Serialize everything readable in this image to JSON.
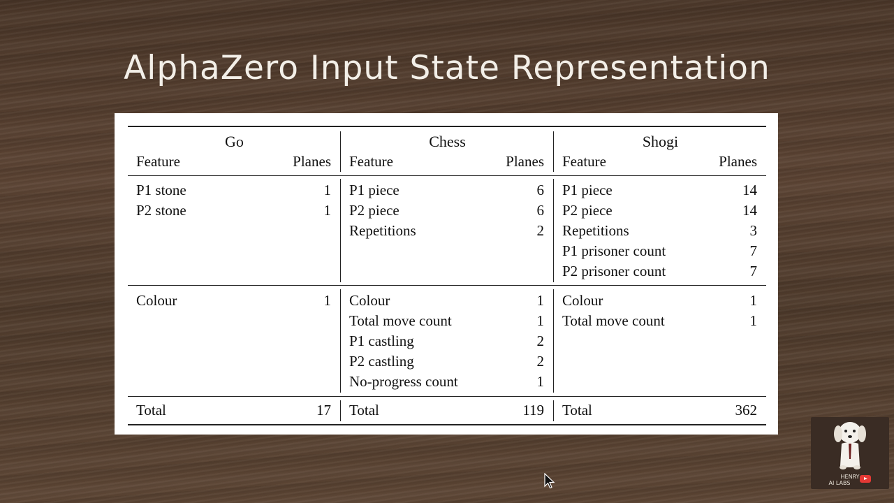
{
  "slide": {
    "title": "AlphaZero Input State Representation"
  },
  "table": {
    "games": [
      {
        "name": "Go",
        "feature_header": "Feature",
        "planes_header": "Planes",
        "group1": [
          {
            "feature": "P1 stone",
            "planes": "1"
          },
          {
            "feature": "P2 stone",
            "planes": "1"
          }
        ],
        "group2": [
          {
            "feature": "Colour",
            "planes": "1"
          }
        ],
        "total_label": "Total",
        "total_value": "17"
      },
      {
        "name": "Chess",
        "feature_header": "Feature",
        "planes_header": "Planes",
        "group1": [
          {
            "feature": "P1 piece",
            "planes": "6"
          },
          {
            "feature": "P2 piece",
            "planes": "6"
          },
          {
            "feature": "Repetitions",
            "planes": "2"
          }
        ],
        "group2": [
          {
            "feature": "Colour",
            "planes": "1"
          },
          {
            "feature": "Total move count",
            "planes": "1"
          },
          {
            "feature": "P1 castling",
            "planes": "2"
          },
          {
            "feature": "P2 castling",
            "planes": "2"
          },
          {
            "feature": "No-progress count",
            "planes": "1"
          }
        ],
        "total_label": "Total",
        "total_value": "119"
      },
      {
        "name": "Shogi",
        "feature_header": "Feature",
        "planes_header": "Planes",
        "group1": [
          {
            "feature": "P1 piece",
            "planes": "14"
          },
          {
            "feature": "P2 piece",
            "planes": "14"
          },
          {
            "feature": "Repetitions",
            "planes": "3"
          },
          {
            "feature": "P1 prisoner count",
            "planes": "7"
          },
          {
            "feature": "P2 prisoner count",
            "planes": "7"
          }
        ],
        "group2": [
          {
            "feature": "Colour",
            "planes": "1"
          },
          {
            "feature": "Total move count",
            "planes": "1"
          }
        ],
        "total_label": "Total",
        "total_value": "362"
      }
    ]
  },
  "logo": {
    "line1": "HENRY",
    "line2": "AI LABS",
    "icon": "dog-mascot-icon"
  },
  "colors": {
    "title": "#f3efe8",
    "background": "#4e3a2b",
    "table_bg": "#ffffff",
    "youtube": "#e53935"
  }
}
